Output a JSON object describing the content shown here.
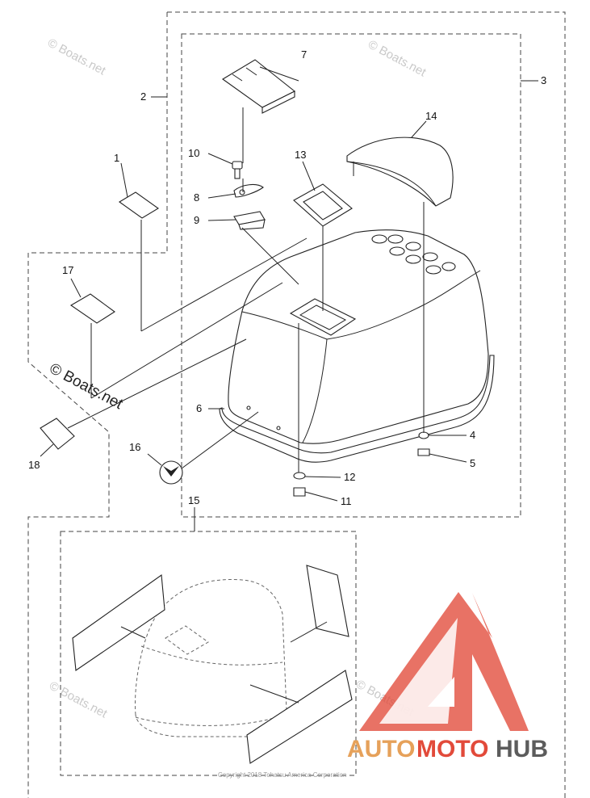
{
  "callouts": [
    "1",
    "2",
    "3",
    "4",
    "5",
    "6",
    "7",
    "8",
    "9",
    "10",
    "11",
    "12",
    "13",
    "14",
    "15",
    "16",
    "17",
    "18"
  ],
  "watermark": {
    "small": "© Boats.net",
    "large": "© Boats.net"
  },
  "brand": {
    "part1": "AUTO",
    "part2": "MOTO",
    "part3": "HUB"
  },
  "copyright": "Copyright 2018 Tohatsu America Corporation",
  "colors": {
    "logo_red": "#e24a3a",
    "logo_orange": "#e6a15a",
    "logo_gray": "#5c5c5c"
  }
}
